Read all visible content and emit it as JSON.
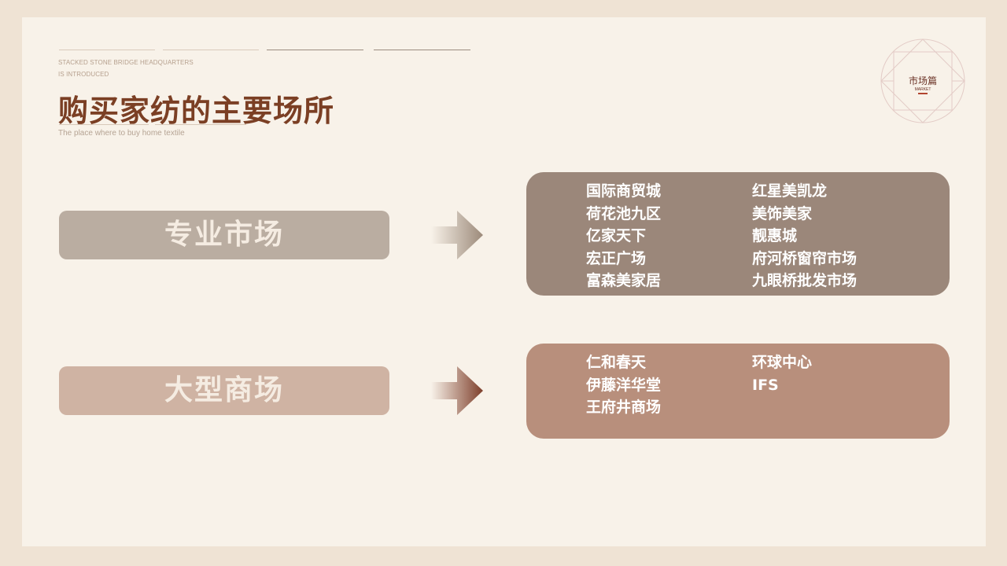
{
  "header": {
    "eyebrow_line1": "STACKED STONE BRIDGE HEADQUARTERS",
    "eyebrow_line2": "IS INTRODUCED",
    "title": "购买家纺的主要场所",
    "subtitle": "The place where to buy home textile"
  },
  "badge": {
    "title": "市场篇",
    "subtitle": "MARKET"
  },
  "sections": [
    {
      "label": "专业市场",
      "color": "#baada1",
      "arrow_color": "#9c8a7a",
      "box_color": "#9b877a",
      "col1": [
        "国际商贸城",
        "荷花池九区",
        "亿家天下",
        "宏正广场",
        "富森美家居"
      ],
      "col2": [
        "红星美凯龙",
        "美饰美家",
        "靓惠城",
        "府河桥窗帘市场",
        "九眼桥批发市场"
      ]
    },
    {
      "label": "大型商场",
      "color": "#cfb3a3",
      "arrow_color": "#7e3f2b",
      "box_color": "#b88f7c",
      "col1": [
        "仁和春天",
        "伊藤洋华堂",
        "王府井商场"
      ],
      "col2": [
        "环球中心",
        "IFS"
      ]
    }
  ],
  "colors": {
    "background": "#efe3d4",
    "slide": "#f8f2e9",
    "title": "#7b3f24"
  }
}
